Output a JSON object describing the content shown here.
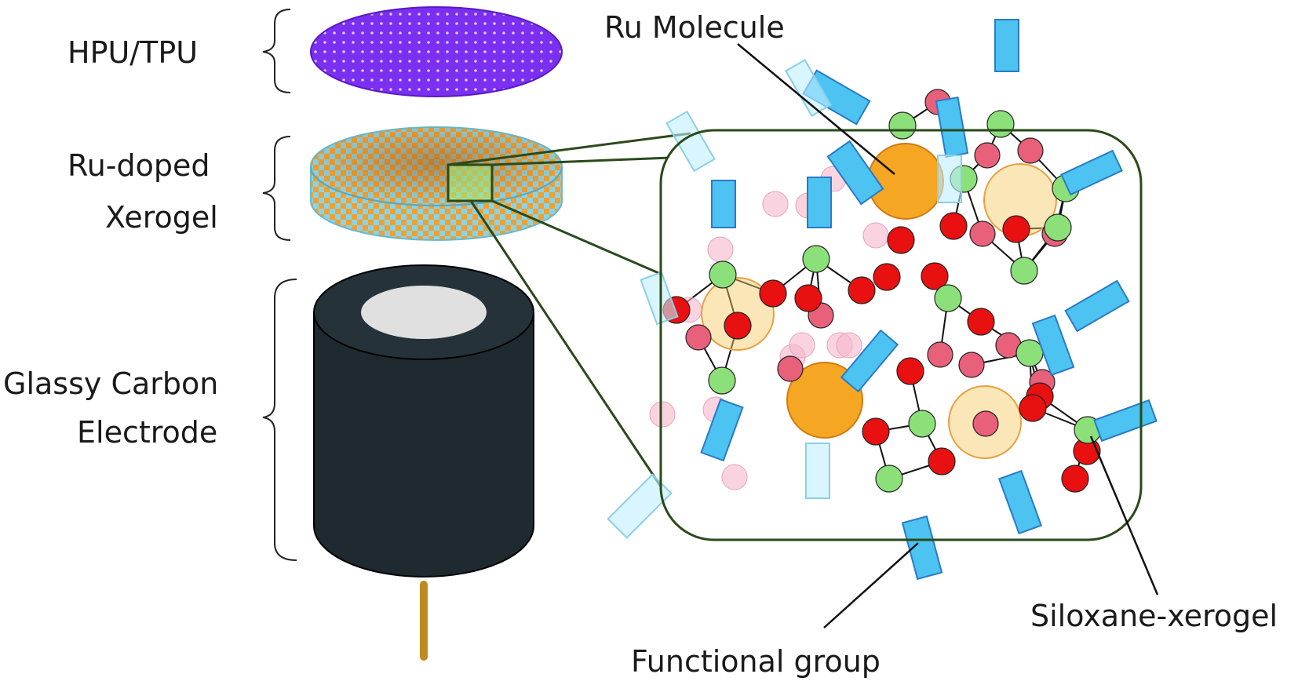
{
  "labels": {
    "hpu_tpu": "HPU/TPU",
    "ru_doped": "Ru-doped",
    "xerogel": "Xerogel",
    "glassy_carbon": "Glassy Carbon",
    "electrode": "Electrode",
    "ru_molecule": "Ru Molecule",
    "siloxane_xerogel": "Siloxane-xerogel",
    "functional_group": "Functional group"
  },
  "colors": {
    "hpu_membrane": "#7b2ff0",
    "xerogel_orange": "#f0a030",
    "xerogel_blue": "#8ad4e8",
    "electrode_body": "#1f2a30",
    "electrode_face": "#e0e0e0",
    "electrode_wire": "#c08a20",
    "inset_border": "#2a4a1a",
    "silicon": "#8ce07a",
    "oxygen": "#e81010",
    "oxygen_light": "#e8607a",
    "ru": "#f5a623",
    "functional_group": "#4cc3f0"
  }
}
